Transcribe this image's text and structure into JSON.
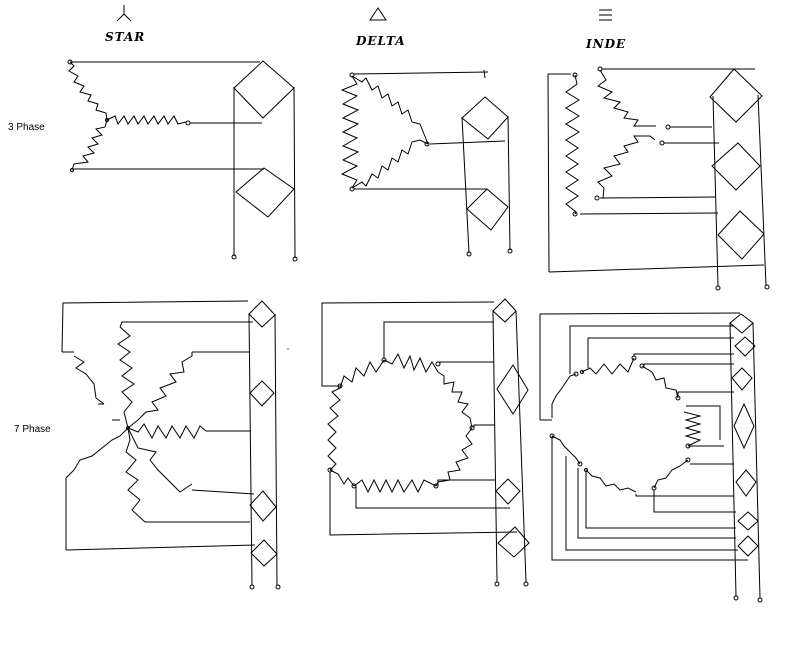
{
  "columns": [
    {
      "label": "STAR",
      "symbol": "star-symbol"
    },
    {
      "label": "DELTA",
      "symbol": "delta-symbol"
    },
    {
      "label": "INDE",
      "symbol": "independent-symbol"
    }
  ],
  "rows": [
    {
      "label": "3 Phase"
    },
    {
      "label": "7 Phase"
    }
  ]
}
